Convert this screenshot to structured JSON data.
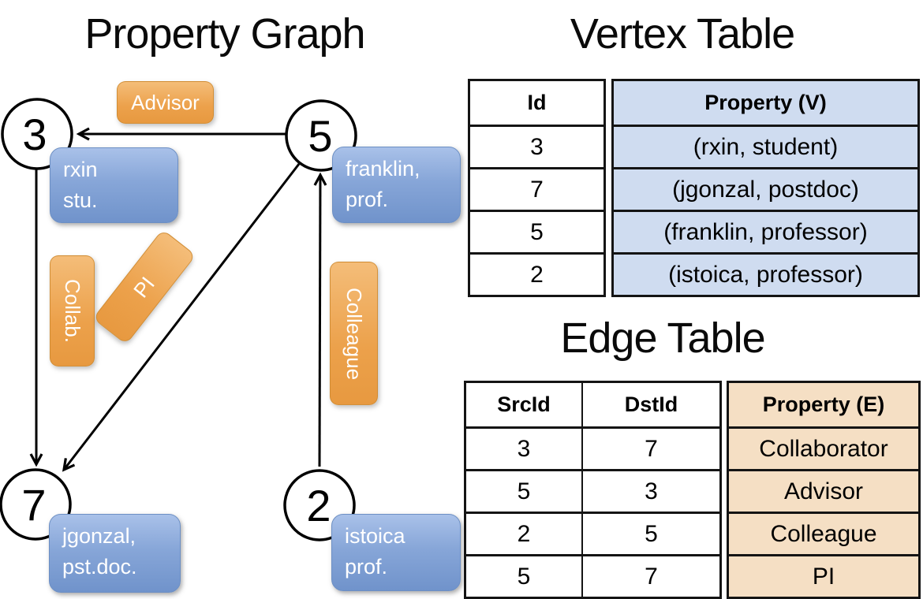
{
  "titles": {
    "graph": "Property Graph",
    "vertex_table": "Vertex Table",
    "edge_table": "Edge Table"
  },
  "graph": {
    "nodes": [
      {
        "id": "3",
        "lines": [
          "rxin",
          "stu."
        ]
      },
      {
        "id": "5",
        "lines": [
          "franklin,",
          "prof."
        ]
      },
      {
        "id": "7",
        "lines": [
          "jgonzal,",
          "pst.doc."
        ]
      },
      {
        "id": "2",
        "lines": [
          "istoica",
          "prof."
        ]
      }
    ],
    "edge_labels": {
      "advisor": "Advisor",
      "collab": "Collab.",
      "pi": "PI",
      "colleague": "Colleague"
    }
  },
  "vertex_table": {
    "headers": [
      "Id",
      "Property (V)"
    ],
    "rows": [
      [
        "3",
        "(rxin, student)"
      ],
      [
        "7",
        "(jgonzal, postdoc)"
      ],
      [
        "5",
        "(franklin, professor)"
      ],
      [
        "2",
        "(istoica, professor)"
      ]
    ]
  },
  "edge_table": {
    "headers": [
      "SrcId",
      "DstId",
      "Property (E)"
    ],
    "rows": [
      [
        "3",
        "7",
        "Collaborator"
      ],
      [
        "5",
        "3",
        "Advisor"
      ],
      [
        "2",
        "5",
        "Colleague"
      ],
      [
        "5",
        "7",
        "PI"
      ]
    ]
  },
  "colors": {
    "node_box": "#7093cb",
    "edge_box": "#eca14b",
    "vertex_property_bg": "#cfdcf0",
    "edge_property_bg": "#f5dfc4"
  }
}
